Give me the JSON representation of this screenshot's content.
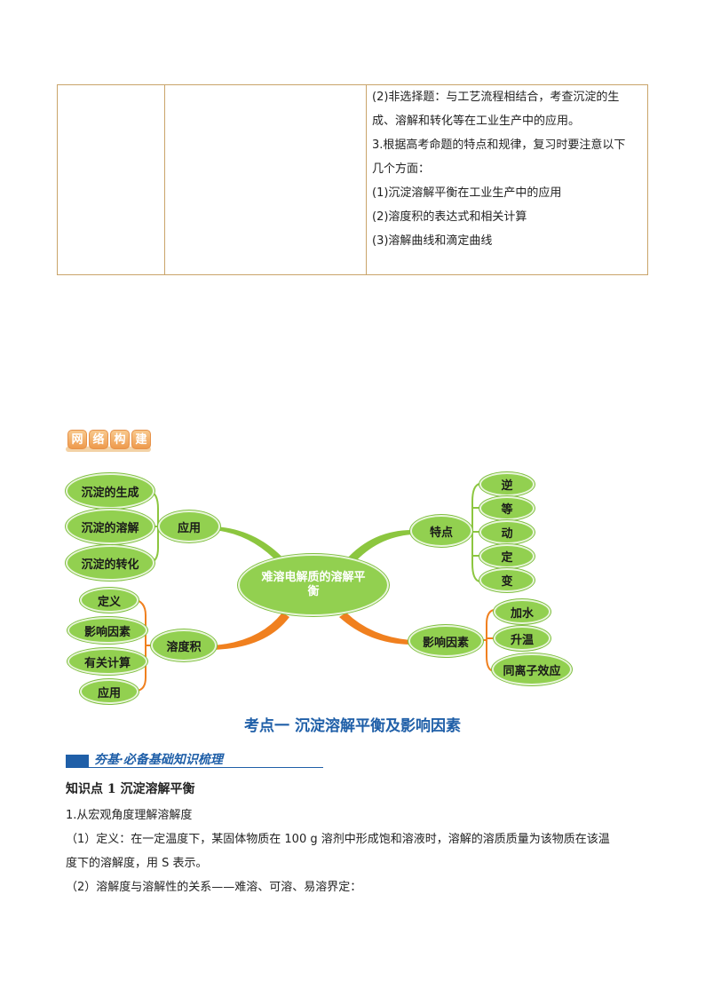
{
  "table": {
    "cell3_lines": [
      "(2)非选择题：与工艺流程相结合，考查沉淀的生",
      "成、溶解和转化等在工业生产中的应用。",
      "3.根据高考命题的特点和规律，复习时要注意以下",
      "几个方面：",
      "(1)沉淀溶解平衡在工业生产中的应用",
      "(2)溶度积的表达式和相关计算",
      "(3)溶解曲线和滴定曲线"
    ]
  },
  "badge": {
    "chars": [
      "网",
      "络",
      "构",
      "建"
    ]
  },
  "mindmap": {
    "center": "难溶电解质的溶解平衡",
    "application": {
      "label": "应用",
      "children": [
        "沉淀的生成",
        "沉淀的溶解",
        "沉淀的转化"
      ]
    },
    "ksp": {
      "label": "溶度积",
      "children": [
        "定义",
        "影响因素",
        "有关计算",
        "应用"
      ]
    },
    "features": {
      "label": "特点",
      "children": [
        "逆",
        "等",
        "动",
        "定",
        "变"
      ]
    },
    "factors": {
      "label": "影响因素",
      "children": [
        "加水",
        "升温",
        "同离子效应"
      ]
    },
    "colors": {
      "node_fill": "#92d050",
      "green_branch": "#8cc63f",
      "orange_branch": "#f0801f"
    }
  },
  "section": {
    "title": "考点一  沉淀溶解平衡及影响因素",
    "subhead": "夯基·必备基础知识梳理"
  },
  "content": {
    "kp1": "知识点 1  沉淀溶解平衡",
    "line1": "1.从宏观角度理解溶解度",
    "line2": "（1）定义：在一定温度下，某固体物质在 100 g 溶剂中形成饱和溶液时，溶解的溶质质量为该物质在该温",
    "line3": "度下的溶解度，用 S 表示。",
    "line4": "（2）溶解度与溶解性的关系——难溶、可溶、易溶界定："
  }
}
